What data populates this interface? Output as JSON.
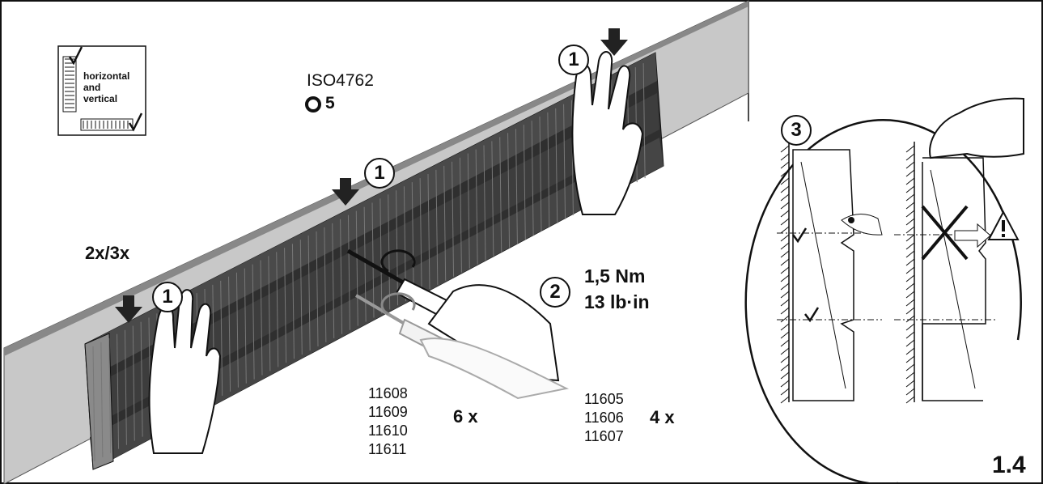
{
  "figure_label": "1.4",
  "orientation_icon": {
    "text": [
      "horizontal",
      "and",
      "vertical"
    ]
  },
  "screw": {
    "standard": "ISO4762",
    "hex_size": "5"
  },
  "repeat_count": "2x/3x",
  "steps": {
    "press": "1",
    "tighten": "2",
    "check": "3"
  },
  "torque": {
    "metric": "1,5 Nm",
    "imperial": "13 lb·in"
  },
  "parts_group_a": {
    "numbers": [
      "11608",
      "11609",
      "11610",
      "11611"
    ],
    "qty": "6 x"
  },
  "parts_group_b": {
    "numbers": [
      "11605",
      "11606",
      "11607"
    ],
    "qty": "4 x"
  },
  "colors": {
    "wall": "#c8c8c8",
    "line": "#111111",
    "module_dark": "#3a3a3a"
  },
  "icons": [
    "check-icon",
    "cross-icon",
    "warning-icon",
    "eye-icon",
    "hex-key-icon",
    "arrow-down-icon",
    "hand-icon",
    "screwdriver-icon"
  ]
}
